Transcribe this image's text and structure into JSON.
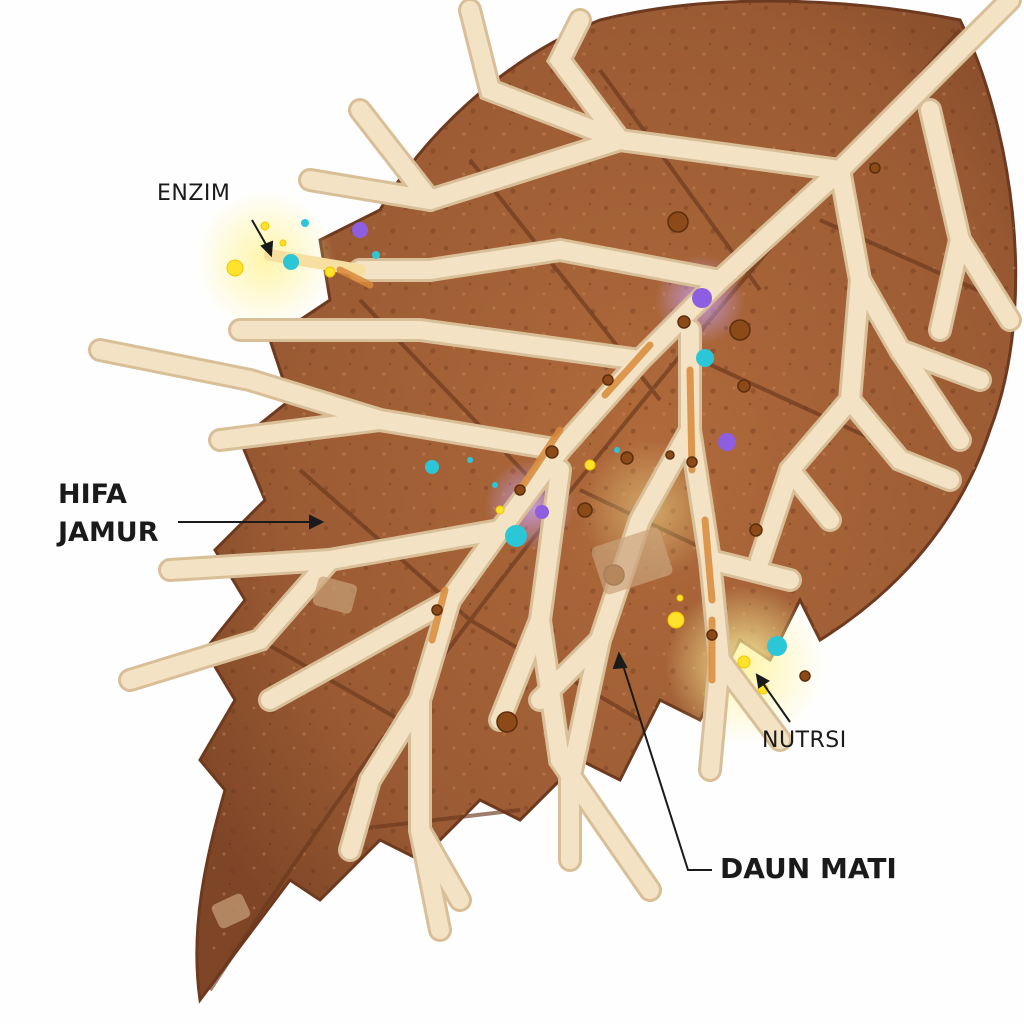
{
  "labels": {
    "enzim": "ENZIM",
    "hifa_line1": "HIFA",
    "hifa_line2": "JAMUR",
    "nutrsi": "NUTRSI",
    "daun_mati": "DAUN MATI"
  },
  "colors": {
    "leaf": "#9a5a33",
    "leaf_dark": "#7b4426",
    "hypha": "#f3e2c4",
    "hypha_edge": "#d9bf98",
    "enzyme_yellow": "#ffe22b",
    "enzyme_cyan": "#2cc7d6",
    "enzyme_purple": "#8d5fe0",
    "nutrient_brown": "#8b4a18",
    "label_text": "#1a1a1a"
  },
  "icons": {
    "leaf": "dead-leaf-icon",
    "hyphae": "fungal-hyphae-network",
    "particles": "enzyme-and-nutrient-particles"
  }
}
